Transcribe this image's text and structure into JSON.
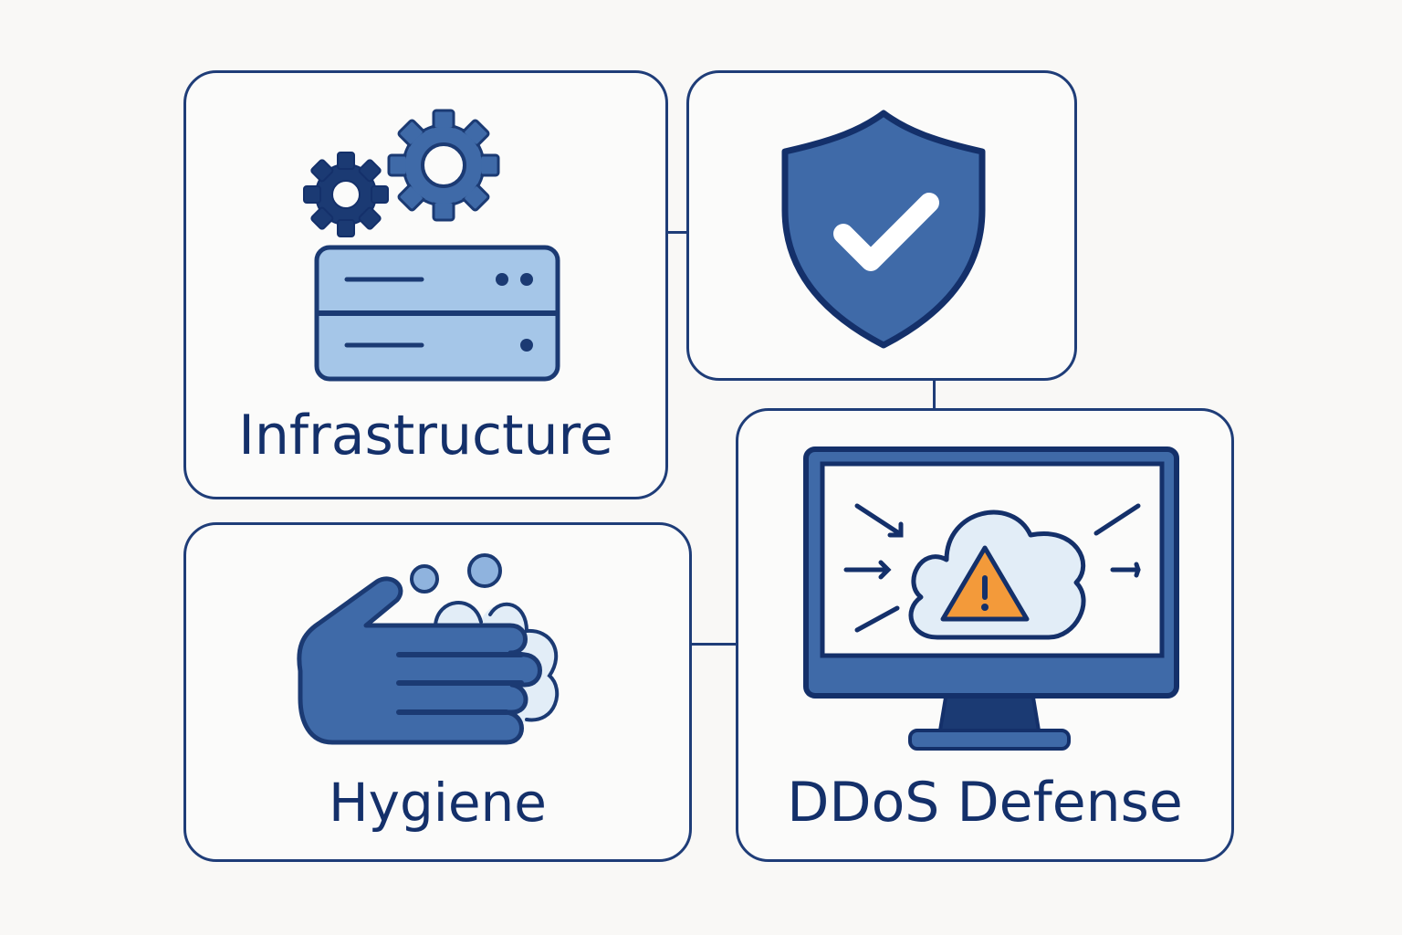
{
  "diagram": {
    "title": "",
    "colors": {
      "outline": "#1f3d78",
      "dark_blue": "#1b3a73",
      "mid_blue": "#3f6aa8",
      "light_blue": "#a5c6e8",
      "pale_blue": "#e2edf7",
      "warning_orange": "#f39a3a",
      "background": "#f9f8f6"
    },
    "nodes": [
      {
        "id": "infrastructure",
        "label": "Infrastructure",
        "icon": "gears-and-server-icon"
      },
      {
        "id": "security",
        "label": "",
        "icon": "shield-check-icon"
      },
      {
        "id": "hygiene",
        "label": "Hygiene",
        "icon": "hand-washing-icon"
      },
      {
        "id": "ddos",
        "label": "DDoS Defense",
        "icon": "monitor-cloud-warning-icon"
      }
    ],
    "edges": [
      {
        "from": "infrastructure",
        "to": "security"
      },
      {
        "from": "security",
        "to": "ddos"
      },
      {
        "from": "hygiene",
        "to": "ddos"
      }
    ]
  }
}
